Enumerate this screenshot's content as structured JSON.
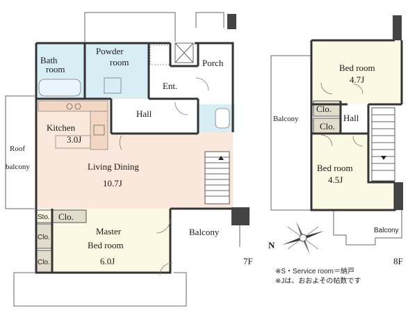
{
  "floors": {
    "f7": {
      "label": "7F",
      "rooms": {
        "bath_line1": "Bath",
        "bath_line2": "room",
        "powder_line1": "Powder",
        "powder_line2": "room",
        "porch": "Porch",
        "ent": "Ent.",
        "hall": "Hall",
        "kitchen_name": "Kitchen",
        "kitchen_size": "3.0J",
        "roof_line1": "Roof",
        "roof_line2": "balcony",
        "living_name": "Living Dining",
        "living_size": "10.7J",
        "sto": "Sto.",
        "clo_main": "Clo.",
        "clo_a": "Clo.",
        "clo_b": "Clo.",
        "master_line1": "Master",
        "master_line2": "Bed room",
        "master_size": "6.0J",
        "balcony": "Balcony"
      }
    },
    "f8": {
      "label": "8F",
      "rooms": {
        "bed1_name": "Bed room",
        "bed1_size": "4.7J",
        "balcony_left": "Balcony",
        "clo_1": "Clo.",
        "clo_2": "Clo.",
        "hall": "Hall",
        "bed2_name": "Bed room",
        "bed2_size": "4.5J",
        "balcony_small": "Balcony"
      }
    }
  },
  "compass": {
    "north": "N"
  },
  "notes": {
    "line1": "※S・Service room＝納戸",
    "line2": "※Jは、おおよその帖数です"
  },
  "colors": {
    "living": "#fae8dc",
    "wet": "#d8eef5",
    "closet": "#e2dccb",
    "bed": "#fbf8e3",
    "wall": "#333333"
  }
}
